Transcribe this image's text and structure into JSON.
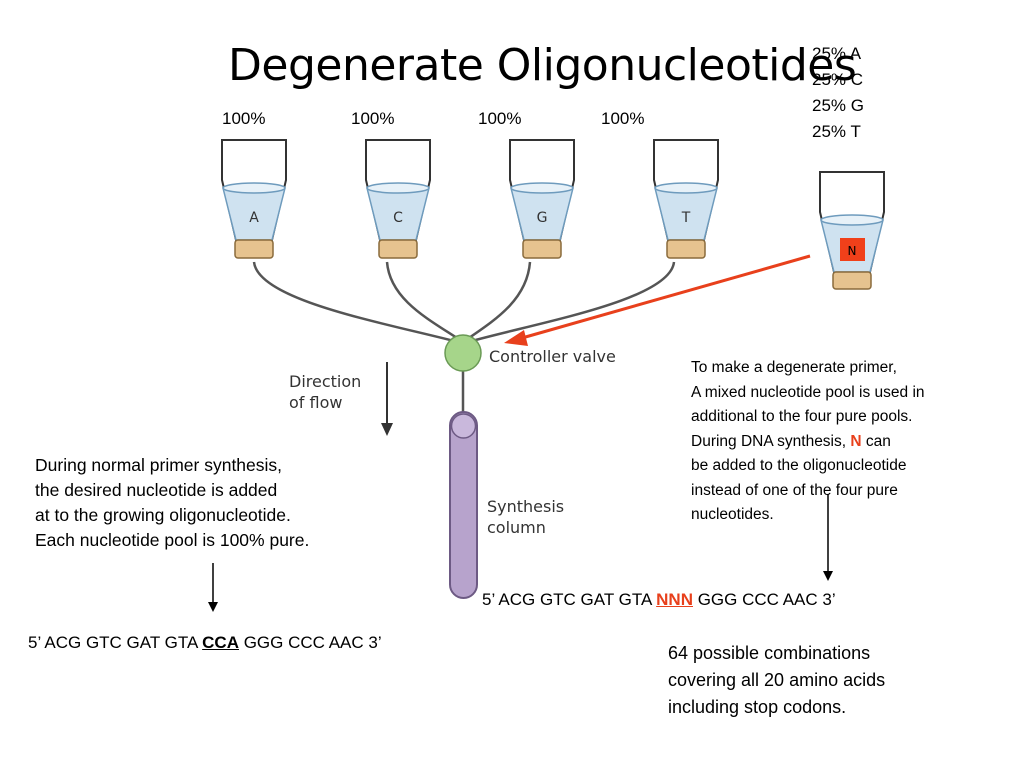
{
  "title": "Degenerate Oligonucleotides",
  "pools": [
    {
      "percent": "100%",
      "base": "A"
    },
    {
      "percent": "100%",
      "base": "C"
    },
    {
      "percent": "100%",
      "base": "G"
    },
    {
      "percent": "100%",
      "base": "T"
    }
  ],
  "mixed_pool": {
    "composition": [
      "25% A",
      "25% C",
      "25% G",
      "25% T"
    ],
    "label": "N"
  },
  "labels": {
    "controller_valve": "Controller valve",
    "direction_line1": "Direction",
    "direction_line2": "of flow",
    "column_line1": "Synthesis",
    "column_line2": "column"
  },
  "left_text": [
    "During normal primer synthesis,",
    "the desired nucleotide is added",
    "at to the growing oligonucleotide.",
    "Each nucleotide pool is 100% pure."
  ],
  "right_text": {
    "line1": "To make a degenerate primer,",
    "line2": "A mixed nucleotide pool is used in",
    "line3": "additional to the four pure pools.",
    "line4_pre": "During DNA synthesis, ",
    "line4_n": "N",
    "line4_post": " can",
    "line5": "be added to the oligonucleotide",
    "line6": "instead of one of the four pure",
    "line7": "nucleotides."
  },
  "seq_normal": {
    "pre": "5’ ACG GTC GAT GTA ",
    "codon": "CCA",
    "post": " GGG CCC AAC 3’"
  },
  "seq_degenerate": {
    "pre": "5’ ACG GTC GAT GTA ",
    "codon": "NNN",
    "post": " GGG CCC AAC 3’"
  },
  "combinations_text": [
    "64 possible combinations",
    "covering all 20 amino acids",
    "including stop codons."
  ],
  "colors": {
    "liquid": "#cfe2f0",
    "liquid_edge": "#6e9bbd",
    "cap": "#e6c38f",
    "valve": "#a6d58a",
    "column": "#b7a3cc",
    "column_edge": "#6d5a84",
    "arrow_red": "#e8401c",
    "line": "#555555"
  }
}
